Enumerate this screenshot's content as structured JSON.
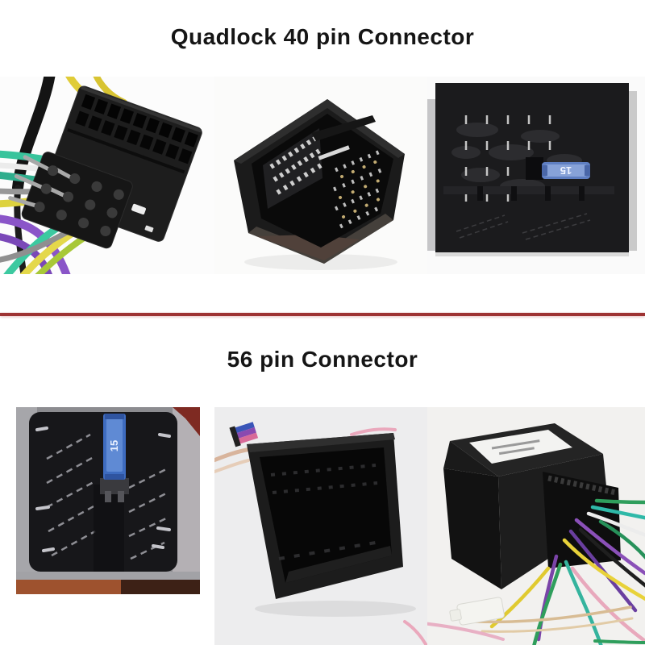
{
  "sections": {
    "quadlock": {
      "title": "Quadlock 40 pin Connector"
    },
    "pin56": {
      "title": "56 pin Connector"
    }
  },
  "divider": {
    "color": "#9e3232"
  },
  "fuse": {
    "label": "15",
    "body_color": "#5f7fc2",
    "inner_color": "#87a2d8"
  },
  "photos": {
    "quadlock_harness": {
      "alt": "black quadlock connector with multicolor wire harness"
    },
    "quadlock_housing": {
      "alt": "open quadlock connector housing with metal pins"
    },
    "quadlock_rear_fuse": {
      "alt": "connector rear close-up with blue 15A mini fuse"
    },
    "pin56_face_fuse": {
      "alt": "56 pin connector face close-up with blue 15A fuse"
    },
    "pin56_housing": {
      "alt": "open 56 pin connector housing"
    },
    "pin56_adapter_box": {
      "alt": "labeled adapter box with multicolor wire harness"
    }
  },
  "wire_colors": {
    "yellow": "#e0cc38",
    "black": "#141414",
    "teal_green": "#38c49c",
    "white": "#ebebeb",
    "gray": "#989898",
    "purple": "#8a55c8",
    "yellow_green": "#a8c838",
    "green": "#2f9e5c",
    "pink": "#e8a8bc",
    "tan": "#d8bc94"
  }
}
